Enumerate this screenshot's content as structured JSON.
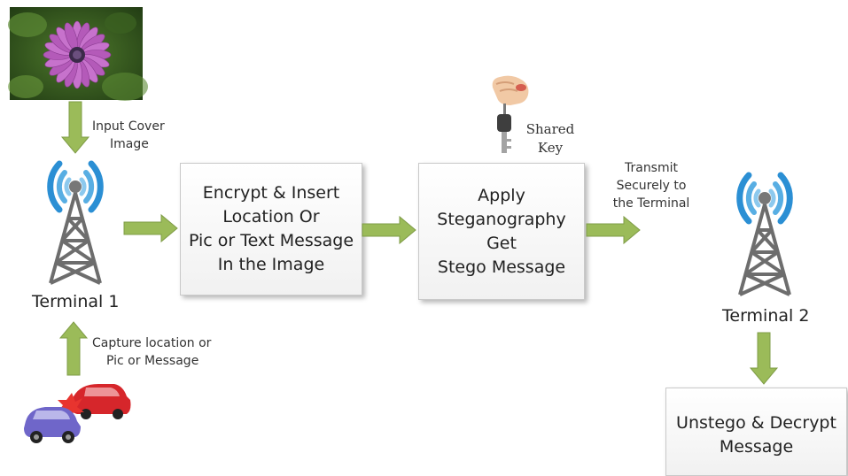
{
  "diagram": {
    "input_label": [
      "Input Cover",
      "Image"
    ],
    "capture_label": [
      "Capture location or",
      "Pic or Message"
    ],
    "terminal1": "Terminal 1",
    "terminal2": "Terminal 2",
    "encrypt_box": [
      "Encrypt & Insert",
      "Location Or",
      "Pic or Text Message",
      "In the Image"
    ],
    "stego_box": [
      "Apply",
      "Steganography",
      "Get",
      "Stego Message"
    ],
    "shared_key": [
      "Shared",
      "Key"
    ],
    "transmit_label": [
      "Transmit",
      "Securely to",
      "the Terminal"
    ],
    "unstego_box": [
      "Unstego & Decrypt",
      "Message"
    ]
  },
  "colors": {
    "arrow": "#9bbb59",
    "arrow_edge": "#7f9c47",
    "signal_blue": "#2b8fd4",
    "tower_gray": "#6d6d6d"
  },
  "icons": [
    "flower-photo",
    "cell-tower-icon",
    "key-hand-icon",
    "car-crash-icon"
  ]
}
